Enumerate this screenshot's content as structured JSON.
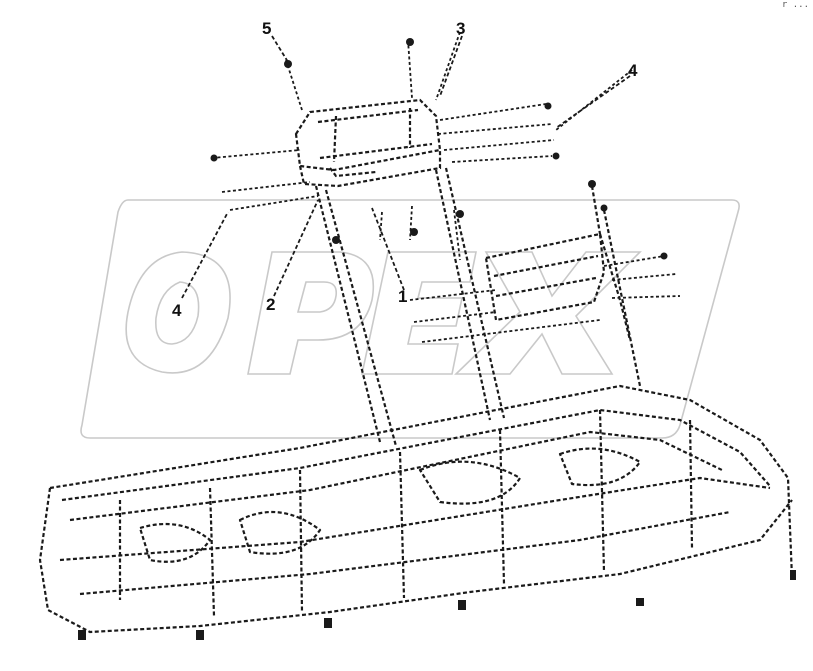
{
  "diagram": {
    "watermark": "OPEX",
    "corner_mark": "r ...",
    "callouts": [
      "5",
      "3",
      "4",
      "4",
      "2",
      "1"
    ],
    "colors": {
      "line": "#1a1a1a",
      "watermark_outline": "#c8c8c8",
      "background": "#ffffff"
    }
  }
}
